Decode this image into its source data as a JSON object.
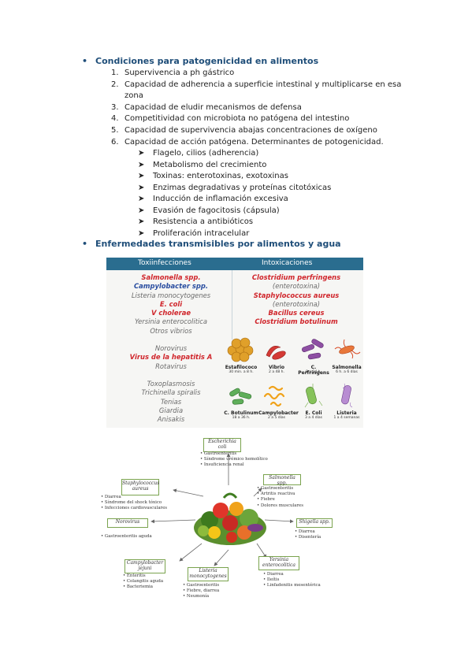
{
  "section1": {
    "bullet": "•",
    "title": "Condiciones para patogenicidad en alimentos",
    "items": [
      {
        "num": "1.",
        "text": "Supervivencia a ph gástrico"
      },
      {
        "num": "2.",
        "text": "Capacidad de adherencia a superficie intestinal y multiplicarse en esa zona"
      },
      {
        "num": "3.",
        "text": "Capacidad de eludir mecanismos de defensa"
      },
      {
        "num": "4.",
        "text": "Competitividad con microbiota no patógena del intestino"
      },
      {
        "num": "5.",
        "text": "Capacidad de supervivencia abajas concentraciones de oxígeno"
      },
      {
        "num": "6.",
        "text": "Capacidad de acción patógena. Determinantes de potogenicidad."
      }
    ],
    "subitems": [
      "Flagelo, cilios (adherencia)",
      "Metabolismo del crecimiento",
      "Toxinas: enterotoxinas, exotoxinas",
      "Enzimas degradativas y proteínas citotóxicas",
      "Inducción de inflamación excesiva",
      "Evasión de fagocitosis (cápsula)",
      "Resistencia a antibióticos",
      "Proliferación intracelular"
    ],
    "arrow": "➤"
  },
  "section2": {
    "bullet": "•",
    "title": "Enfermedades transmisibles por alimentos y agua"
  },
  "infographic": {
    "header_left": "Toxiinfecciones",
    "header_right": "Intoxicaciones",
    "left_group1": [
      {
        "text": "Salmonella spp.",
        "style": "red"
      },
      {
        "text": "Campylobacter spp.",
        "style": "blue"
      },
      {
        "text": "Listeria monocytogenes",
        "style": "gray"
      },
      {
        "text": "E. coli",
        "style": "red"
      },
      {
        "text": "V cholerae",
        "style": "red"
      },
      {
        "text": "Yersinia enterocolitica",
        "style": "gray"
      },
      {
        "text": "Otros vibrios",
        "style": "gray"
      }
    ],
    "left_group2": [
      {
        "text": "Norovirus",
        "style": "gray"
      },
      {
        "text": "Virus de la hepatitis A",
        "style": "red"
      },
      {
        "text": "Rotavirus",
        "style": "gray"
      }
    ],
    "left_group3": [
      {
        "text": "Toxoplasmosis",
        "style": "gray"
      },
      {
        "text": "Trichinella spiralis",
        "style": "gray"
      },
      {
        "text": "Tenias",
        "style": "gray"
      },
      {
        "text": "Giardia",
        "style": "gray"
      },
      {
        "text": "Anisakis",
        "style": "gray"
      }
    ],
    "right": [
      {
        "text": "Clostridium perfringens",
        "style": "red"
      },
      {
        "text": "(enterotoxina)",
        "style": "gray"
      },
      {
        "text": "Staphylococcus aureus",
        "style": "red"
      },
      {
        "text": "(enterotoxina)",
        "style": "gray"
      },
      {
        "text": "Bacillus cereus",
        "style": "red"
      },
      {
        "text": "Clostridium botulinum",
        "style": "red"
      }
    ],
    "germs": [
      {
        "name": "Estafilococo",
        "time": "30 min. a 8 h."
      },
      {
        "name": "Vibrio",
        "time": "2 a 48 h."
      },
      {
        "name": "C. Perfringens",
        "time": "8 a 24 h."
      },
      {
        "name": "Salmonella",
        "time": "6 h. a 6 días"
      },
      {
        "name": "C. Botulinum",
        "time": "18 a 36 h."
      },
      {
        "name": "Campylobacter",
        "time": "2 a 5 días"
      },
      {
        "name": "E. Coli",
        "time": "3 a 4 días"
      },
      {
        "name": "Listeria",
        "time": "1 a 4 semanas"
      }
    ]
  },
  "diagram": {
    "ecoli": {
      "title": "Escherichia coli",
      "items": [
        "Gastroenteritis",
        "Síndrome urémico hemolítico",
        "Insuficiencia renal"
      ]
    },
    "staph": {
      "title": "Staphylococcus aureus",
      "items": [
        "Diarrea",
        "Síndrome del shock tóxico",
        "Infecciones cardiovasculares"
      ]
    },
    "salmonella": {
      "title": "Salmonella spp.",
      "items": [
        "Gastroenteritis",
        "Artritis reactiva",
        "Fiebre",
        "Dolores musculares"
      ]
    },
    "norovirus": {
      "title": "Norovirus",
      "items": [
        "Gastroenteritis aguda"
      ]
    },
    "shigella": {
      "title": "Shigella spp.",
      "items": [
        "Diarrea",
        "Disentería"
      ]
    },
    "campylo": {
      "title": "Campylobacter jejuni",
      "items": [
        "Enteritis",
        "Colangitis aguda",
        "Bacteriemia"
      ]
    },
    "listeria": {
      "title": "Listeria monocytogenes",
      "items": [
        "Gastroenteritis",
        "Fiebre, diarrea",
        "Neumonía"
      ]
    },
    "yersinia": {
      "title": "Yersinia enterocolitica",
      "items": [
        "Diarrea",
        "Ileítis",
        "Linfadenitis mesentérica"
      ]
    }
  }
}
